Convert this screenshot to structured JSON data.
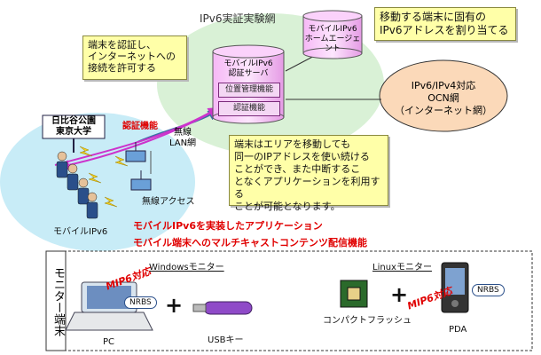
{
  "network": {
    "title": "IPv6実証実験網",
    "home_agent": [
      "モバイルIPv6",
      "ホームエージェント"
    ],
    "auth_server": [
      "モバイルIPv6",
      "認証サーバ"
    ],
    "feature_location": "位置管理機能",
    "feature_auth": "認証機能",
    "ocn": [
      "IPv6/IPv4対応",
      "OCN網",
      "（インターネット網）"
    ]
  },
  "notes": {
    "auth": [
      "端末を認証し、",
      "インターネットへの",
      "接続を許可する"
    ],
    "assign": [
      "移動する端末に固有の",
      "IPv6アドレスを割り当てる"
    ],
    "roam": [
      "端末はエリアを移動しても",
      "同一のIPアドレスを使い続ける",
      "ことができ、また中断するこ",
      "となくアプリケーションを利用する",
      "ことが可能となります。"
    ]
  },
  "site": {
    "place": [
      "日比谷公園",
      "東京大学"
    ],
    "auth_label": "認証機能",
    "wlan": [
      "無線",
      "LAN網"
    ],
    "access": "無線アクセス",
    "mobile": "モバイルIPv6"
  },
  "features": [
    "モバイルIPv6を実装したアプリケーション",
    "モバイル端末へのマルチキャストコンテンツ配信機能"
  ],
  "monitor": {
    "side_label": "モニター端末",
    "windows_title": "Windowsモニター",
    "linux_title": "Linuxモニター",
    "mip6_pc": "MIP6対応",
    "mip6_pda": "MIP6対応",
    "nrbs_pc": "NRBS",
    "nrbs_pda": "NRBS",
    "plus": "+",
    "pc": "PC",
    "usb": "USBキー",
    "cf": "コンパクトフラッシュ",
    "pda": "PDA"
  },
  "colors": {
    "cloud": "#d9f1d6",
    "site": "#c8ecf7",
    "note": "#ffffa8",
    "feature_text": "#e00000",
    "arrow": "#cc33cc"
  }
}
